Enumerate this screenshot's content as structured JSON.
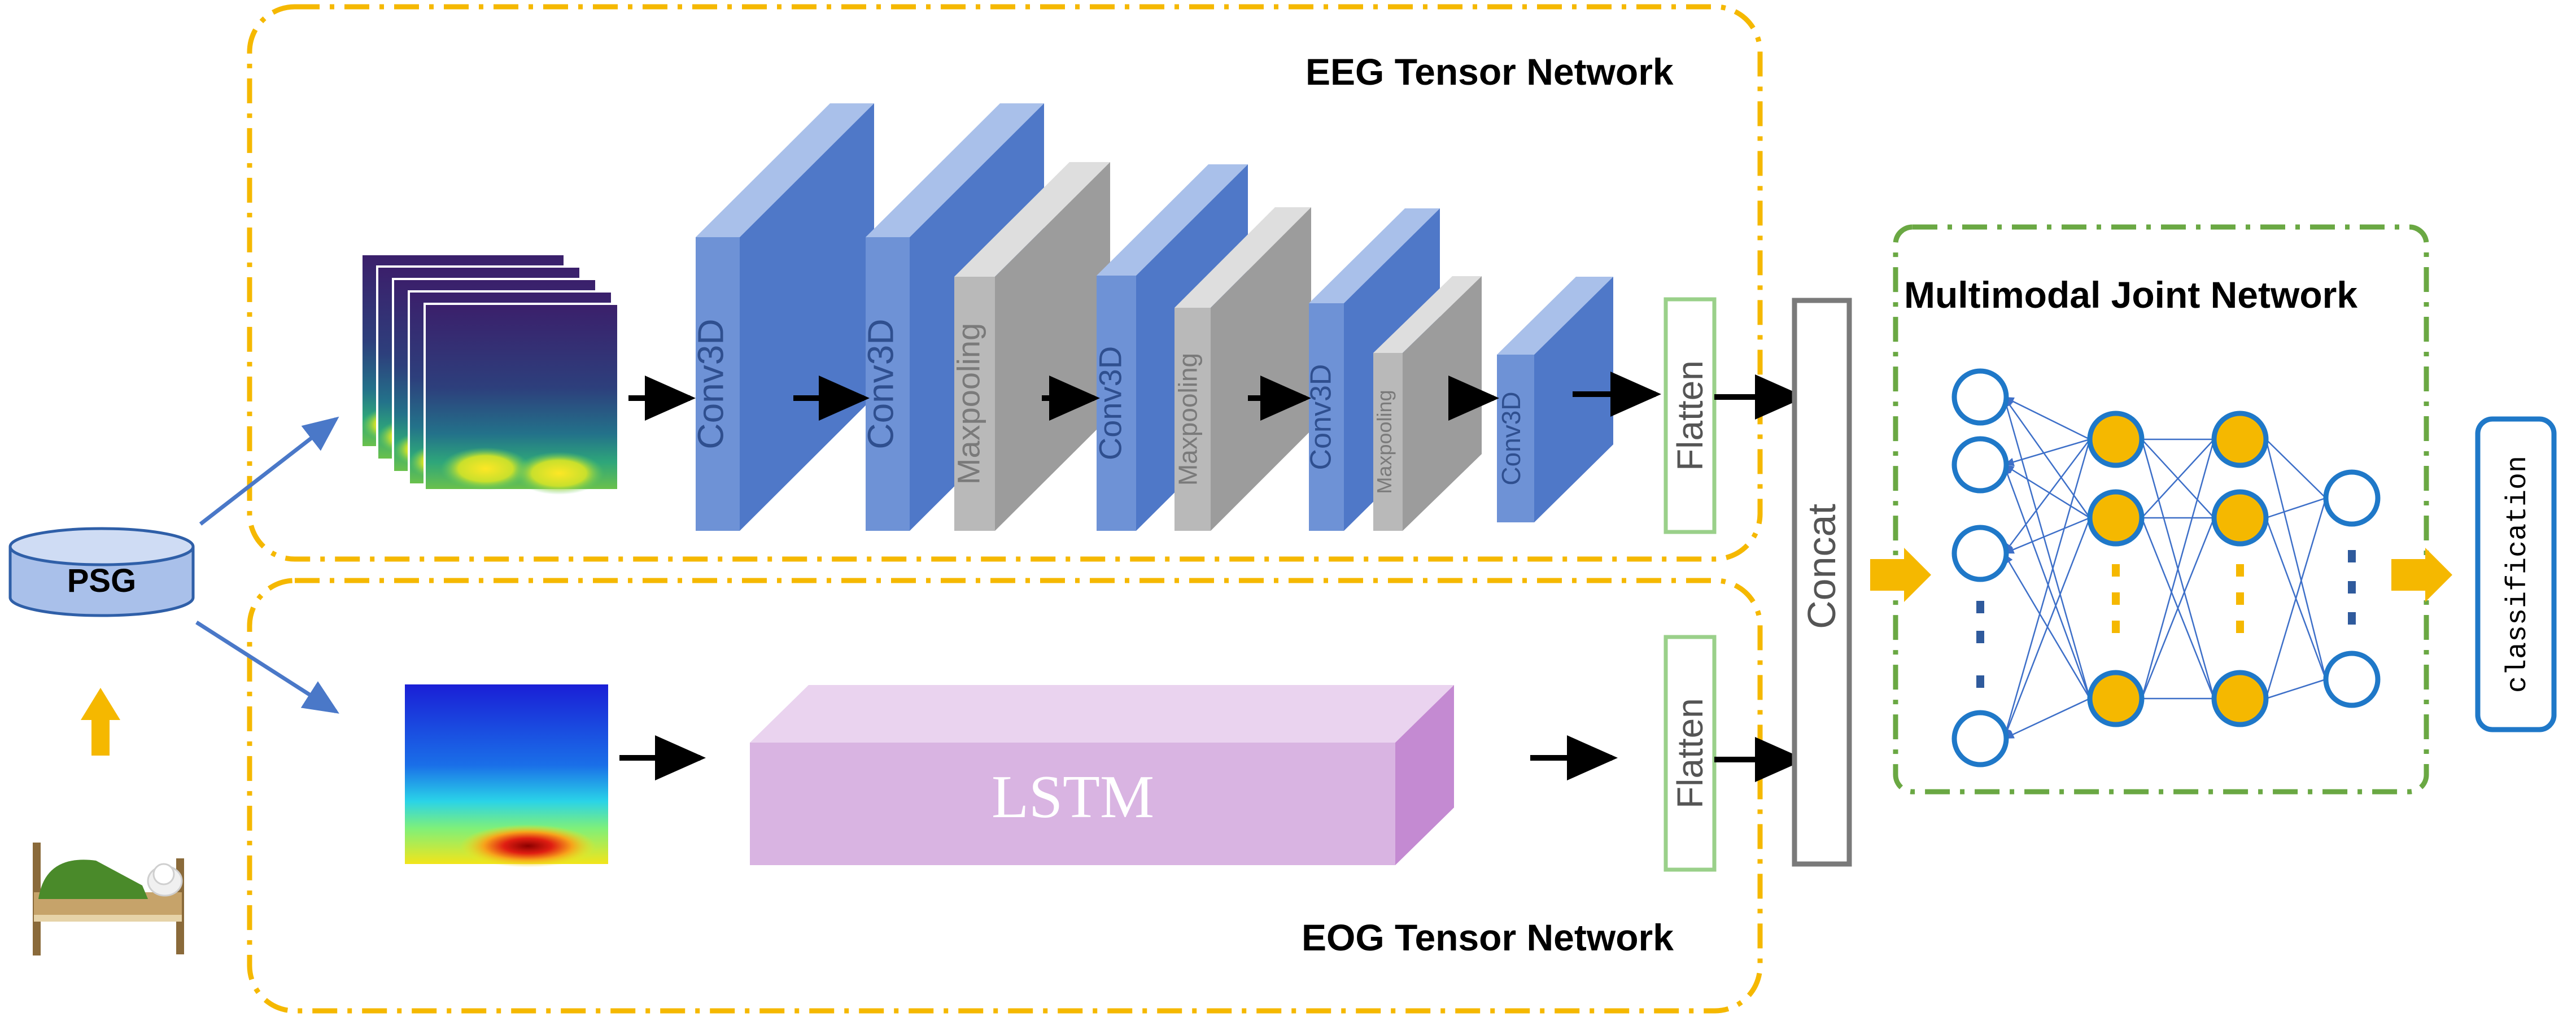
{
  "source": {
    "label": "PSG"
  },
  "eeg_network": {
    "title": "EEG Tensor Network",
    "layers": [
      {
        "kind": "conv",
        "label": "Conv3D"
      },
      {
        "kind": "conv",
        "label": "Conv3D"
      },
      {
        "kind": "pool",
        "label": "Maxpooling"
      },
      {
        "kind": "conv",
        "label": "Conv3D"
      },
      {
        "kind": "pool",
        "label": "Maxpooling"
      },
      {
        "kind": "conv",
        "label": "Conv3D"
      },
      {
        "kind": "pool",
        "label": "Maxpooling"
      },
      {
        "kind": "conv",
        "label": "Conv3D"
      }
    ],
    "flatten_label": "Flatten"
  },
  "eog_network": {
    "title": "EOG Tensor Network",
    "lstm_label": "LSTM",
    "flatten_label": "Flatten"
  },
  "concat_label": "Concat",
  "joint_network": {
    "title": "Multimodal Joint Network",
    "output_label": "classification"
  },
  "colors": {
    "yellow_frame": "#f5b800",
    "green_frame": "#6aa843",
    "conv_front": "#6e92d6",
    "conv_top": "#a9c0ea",
    "conv_side": "#4f78c8",
    "pool_front": "#b9b9b9",
    "pool_top": "#dedede",
    "pool_side": "#9c9c9c",
    "lstm_front": "#d9b4e2",
    "lstm_top": "#ead3ef",
    "lstm_side": "#c48ad2",
    "node_blue": "#1f78c8",
    "node_orange": "#f5b800",
    "flatten_border": "#9ad08a",
    "concat_border": "#7a7a7a"
  }
}
